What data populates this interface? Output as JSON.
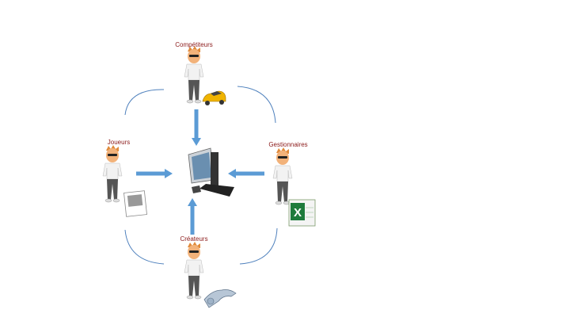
{
  "roles": {
    "competitors": "Compétiteurs",
    "players": "Joueurs",
    "managers": "Gestionnaires",
    "creators": "Créateurs"
  },
  "colors": {
    "label": "#8b1a1a",
    "arrow": "#5b9bd5",
    "arc": "#4f81bd"
  }
}
